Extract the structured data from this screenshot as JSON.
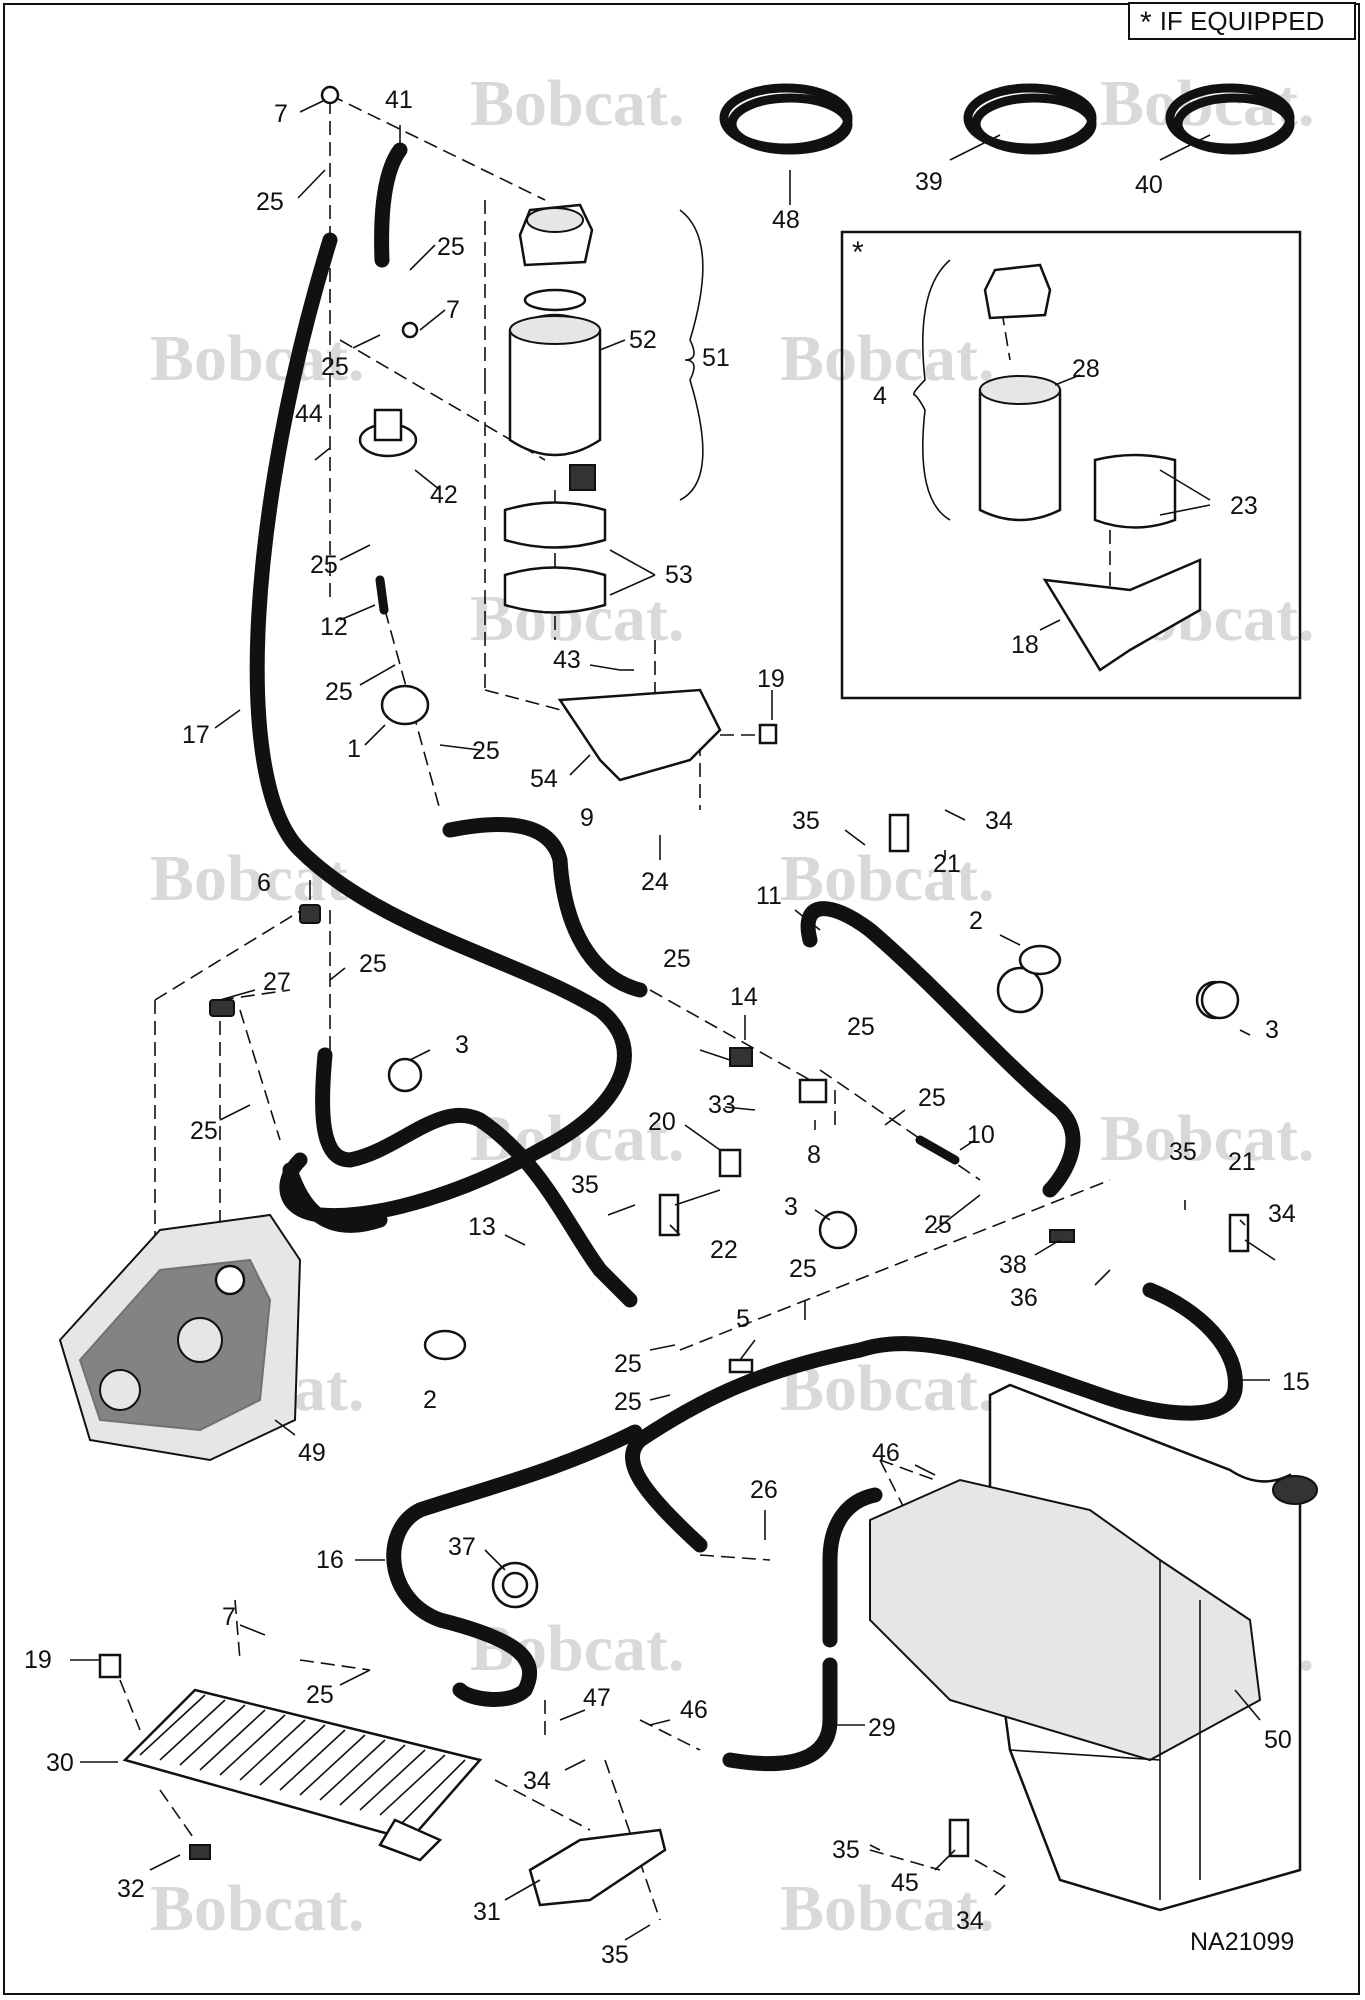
{
  "legend": {
    "symbol": "*",
    "text": "IF EQUIPPED"
  },
  "inset": {
    "symbol": "*"
  },
  "watermark": "Bobcat.",
  "drawing_id": "NA21099",
  "callouts": {
    "c7a": "7",
    "c41": "41",
    "c48": "48",
    "c39": "39",
    "c40": "40",
    "c25a": "25",
    "c25b": "25",
    "c7b": "7",
    "c25c": "25",
    "c52": "52",
    "c51": "51",
    "c44": "44",
    "c42": "42",
    "c25d": "25",
    "c53": "53",
    "c12": "12",
    "c43": "43",
    "c19a": "19",
    "c25e": "25",
    "c17": "17",
    "c1": "1",
    "c25f": "25",
    "c54": "54",
    "c9": "9",
    "c24": "24",
    "c35a": "35",
    "c34a": "34",
    "c21a": "21",
    "c11": "11",
    "c2a": "2",
    "c6": "6",
    "c25g": "25",
    "c27": "27",
    "c25h": "25",
    "c14": "14",
    "c25i": "25",
    "c3a": "3",
    "c3b": "3",
    "c25j": "25",
    "c33": "33",
    "c20": "20",
    "c25k": "25",
    "c10": "10",
    "c8": "8",
    "c35b": "35",
    "c22": "22",
    "c13": "13",
    "c3c": "3",
    "c25l": "25",
    "c35c": "35",
    "c21b": "21",
    "c34b": "34",
    "c38": "38",
    "c36": "36",
    "c25m": "25",
    "c5": "5",
    "c25n": "25",
    "c25o": "25",
    "c2b": "2",
    "c15": "15",
    "c49": "49",
    "c46a": "46",
    "c26": "26",
    "c37": "37",
    "c16": "16",
    "c7c": "7",
    "c19b": "19",
    "c25p": "25",
    "c47": "47",
    "c46b": "46",
    "c29": "29",
    "c50": "50",
    "c30": "30",
    "c34c": "34",
    "c32": "32",
    "c31": "31",
    "c35d": "35",
    "c35e": "35",
    "c45": "45",
    "c34d": "34",
    "c4": "4",
    "c28": "28",
    "c23": "23",
    "c18": "18"
  }
}
